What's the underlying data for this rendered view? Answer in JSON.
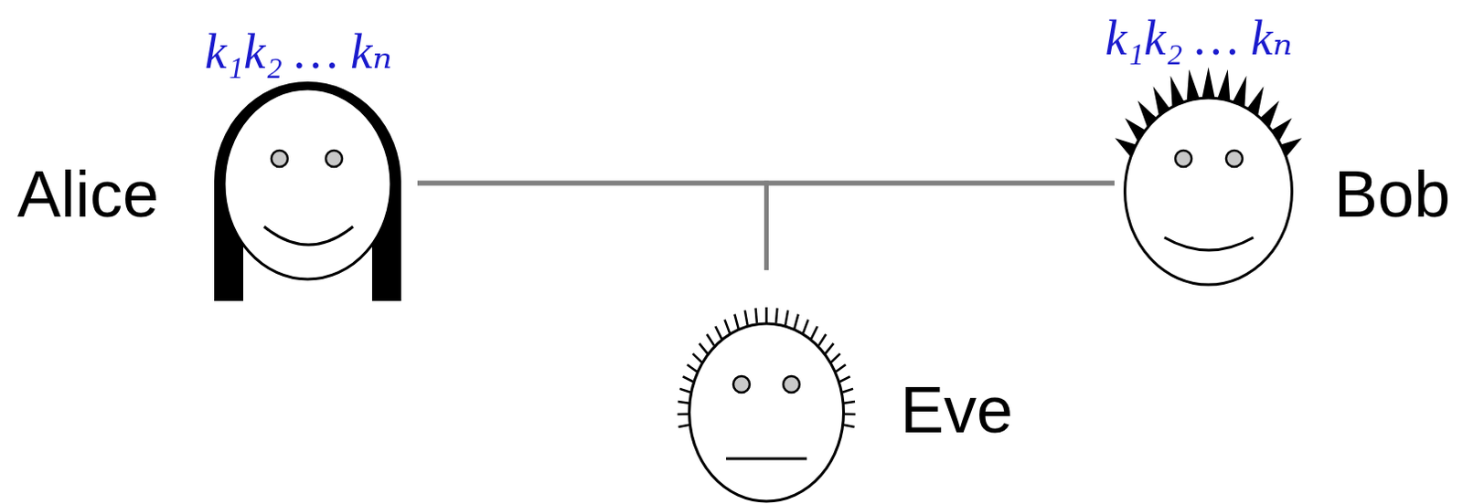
{
  "diagram": {
    "nodes": [
      {
        "text": [
          "Alice",
          "k₁k₂ … kₙ"
        ]
      },
      {
        "text": [
          "Bob",
          "k₁k₂ … kₙ"
        ]
      },
      {
        "text": [
          "Eve"
        ]
      }
    ],
    "edges": [
      {
        "from": 0,
        "to": 1,
        "arrow": "none"
      },
      {
        "from": 0,
        "to": 2,
        "arrow": "none"
      },
      {
        "from": 1,
        "to": 2,
        "arrow": "none"
      }
    ]
  }
}
